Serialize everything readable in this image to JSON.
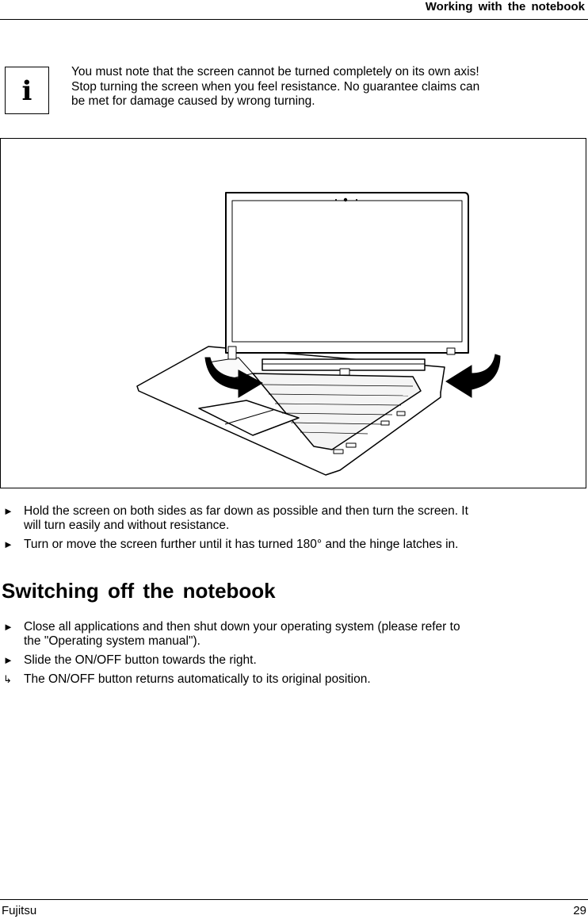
{
  "header": {
    "title": "Working with the notebook"
  },
  "info_note": {
    "icon": "info-icon",
    "glyph": "i",
    "lines": [
      "You must note that the screen cannot be turned completely on its own axis!",
      "Stop turning the screen when you feel resistance. No guarantee claims can",
      "be met for damage caused by wrong turning."
    ]
  },
  "figure": {
    "description_icon": "notebook-screen-rotation-illustration"
  },
  "steps_rotate": [
    {
      "marker": "►",
      "text": "Hold the screen on both sides as far down as possible and then turn the screen. It will turn easily and without resistance."
    },
    {
      "marker": "►",
      "text": "Turn or move the screen further until it has turned 180° and the hinge latches in."
    }
  ],
  "section": {
    "title": "Switching off the notebook"
  },
  "steps_off": [
    {
      "marker": "►",
      "text": "Close all applications and then shut down your operating system (please refer to the \"Operating system manual\")."
    },
    {
      "marker": "►",
      "text": "Slide the ON/OFF button towards the right."
    },
    {
      "marker": "↳",
      "text": "The ON/OFF button returns automatically to its original position."
    }
  ],
  "footer": {
    "brand": "Fujitsu",
    "page_number": "29"
  }
}
